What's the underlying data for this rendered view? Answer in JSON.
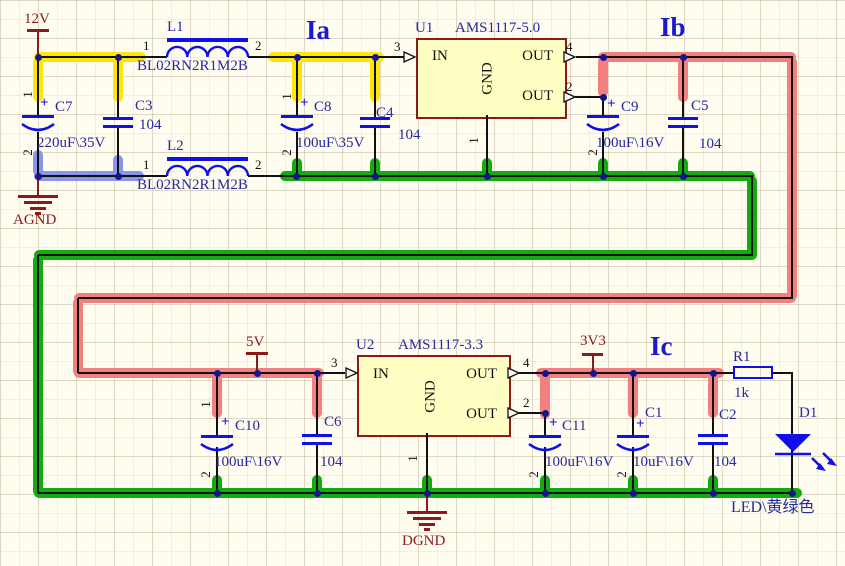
{
  "net_labels": {
    "ia": "Ia",
    "ib": "Ib",
    "ic": "Ic"
  },
  "power_ports": {
    "v12": "12V",
    "v5": "5V",
    "v3v3": "3V3",
    "agnd": "AGND",
    "dgnd": "DGND"
  },
  "ics": {
    "u1": {
      "ref": "U1",
      "part": "AMS1117-5.0",
      "pins": {
        "in": "IN",
        "out_top": "OUT",
        "out_bottom": "OUT",
        "gnd": "GND"
      },
      "pin_numbers": {
        "in": "3",
        "out_top": "4",
        "out_bottom": "2",
        "gnd": "1"
      }
    },
    "u2": {
      "ref": "U2",
      "part": "AMS1117-3.3",
      "pins": {
        "in": "IN",
        "out_top": "OUT",
        "out_bottom": "OUT",
        "gnd": "GND"
      },
      "pin_numbers": {
        "in": "3",
        "out_top": "4",
        "out_bottom": "2",
        "gnd": "1"
      }
    }
  },
  "inductors": {
    "l1": {
      "ref": "L1",
      "value": "BL02RN2R1M2B",
      "pin1": "1",
      "pin2": "2"
    },
    "l2": {
      "ref": "L2",
      "value": "BL02RN2R1M2B",
      "pin1": "1",
      "pin2": "2"
    }
  },
  "capacitors": {
    "c7": {
      "ref": "C7",
      "value": "220uF\\35V",
      "polarity": "+"
    },
    "c3": {
      "ref": "C3",
      "value": "104"
    },
    "c8": {
      "ref": "C8",
      "value": "100uF\\35V",
      "polarity": "+"
    },
    "c4": {
      "ref": "C4",
      "value": "104"
    },
    "c9": {
      "ref": "C9",
      "value": "100uF\\16V",
      "polarity": "+"
    },
    "c5": {
      "ref": "C5",
      "value": "104"
    },
    "c10": {
      "ref": "C10",
      "value": "100uF\\16V",
      "polarity": "+"
    },
    "c6": {
      "ref": "C6",
      "value": "104"
    },
    "c11": {
      "ref": "C11",
      "value": "100uF\\16V",
      "polarity": "+"
    },
    "c1": {
      "ref": "C1",
      "value": "10uF\\16V",
      "polarity": "+"
    },
    "c2": {
      "ref": "C2",
      "value": "104"
    }
  },
  "resistors": {
    "r1": {
      "ref": "R1",
      "value": "1k"
    }
  },
  "diodes": {
    "d1": {
      "ref": "D1",
      "value": "LED\\黄绿色"
    }
  },
  "pin_digits": {
    "one": "1",
    "two": "2"
  },
  "colors": {
    "highlight_yellow": "#FFE60A",
    "highlight_red": "#F47F7F",
    "highlight_green": "#12AC12",
    "highlight_blue": "#8B93EA",
    "symbol_blue": "#0F0FE8",
    "text_blue": "#2828A0",
    "power_maroon": "#8B1A1A",
    "junction_navy": "#16168C",
    "ic_fill": "#FFFFC4",
    "background": "#FFFCF0"
  }
}
